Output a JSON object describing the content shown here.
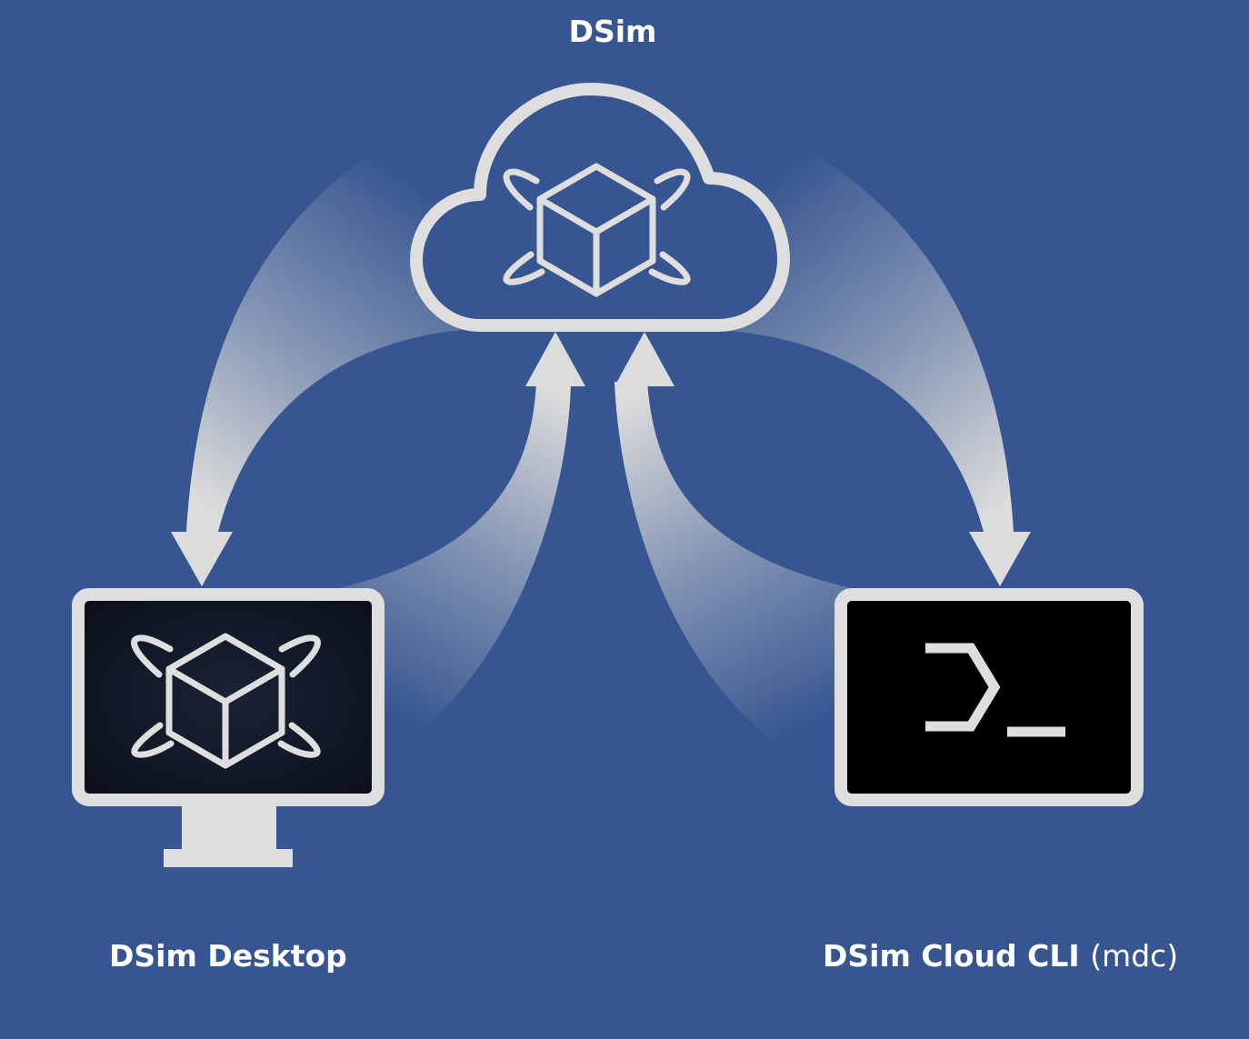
{
  "cloud": {
    "title": "DSim",
    "icon": "cube-orbit-icon"
  },
  "desktop": {
    "label": "DSim Desktop",
    "icon": "monitor-icon"
  },
  "cli": {
    "label": "DSim Cloud CLI",
    "suffix": "(mdc)",
    "icon": "terminal-prompt-icon"
  },
  "colors": {
    "background": "#375691",
    "stroke": "#dedede",
    "screen_dark": "#0d1220",
    "screen_black": "#000000",
    "text": "#ffffff"
  }
}
